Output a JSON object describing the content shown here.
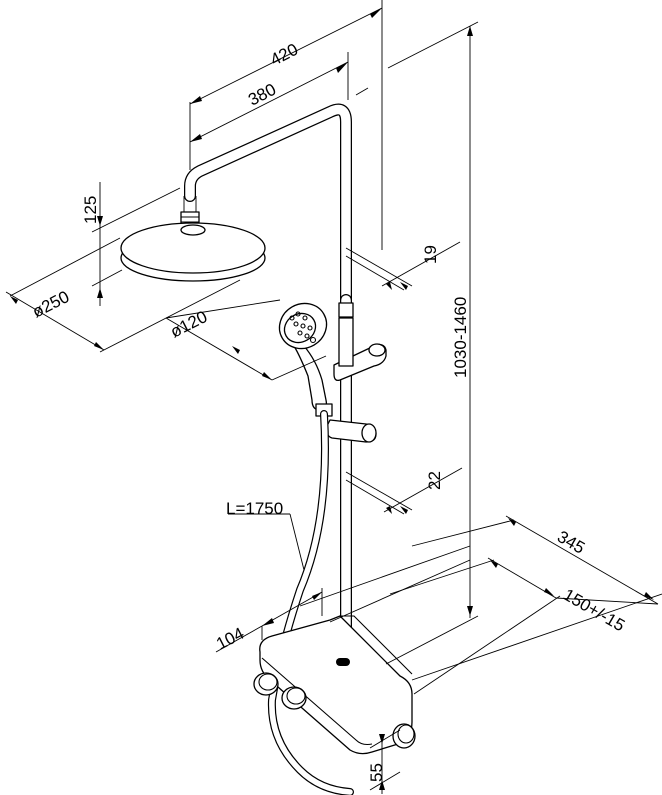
{
  "dimensions": {
    "width_420": "420",
    "width_380": "380",
    "height_125": "125",
    "diameter_250": "ø250",
    "diameter_120": "ø120",
    "tube_19": "19",
    "height_range": "1030-1460",
    "tube_22": "22",
    "hose_length": "L=1750",
    "depth_345": "345",
    "spacing_150": "150+/-15",
    "depth_104": "104",
    "height_55": "55"
  }
}
